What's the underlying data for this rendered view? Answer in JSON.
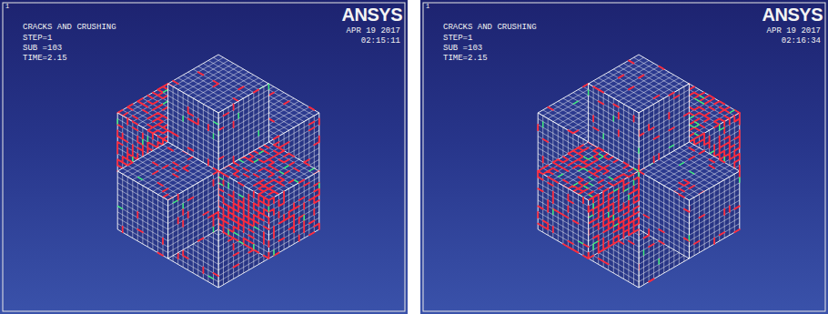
{
  "diagram": {
    "labels": [
      "1",
      "CRACKS AND CRUSHING",
      "STEP=1",
      "SUB =103",
      "TIME=2.15",
      "ANSYS",
      "APR 19 2017",
      "02:15:11",
      "1",
      "CRACKS AND CRUSHING",
      "STEP=1",
      "SUB =103",
      "TIME=2.15",
      "ANSYS",
      "APR 19 2017",
      "02:16:34"
    ]
  }
}
